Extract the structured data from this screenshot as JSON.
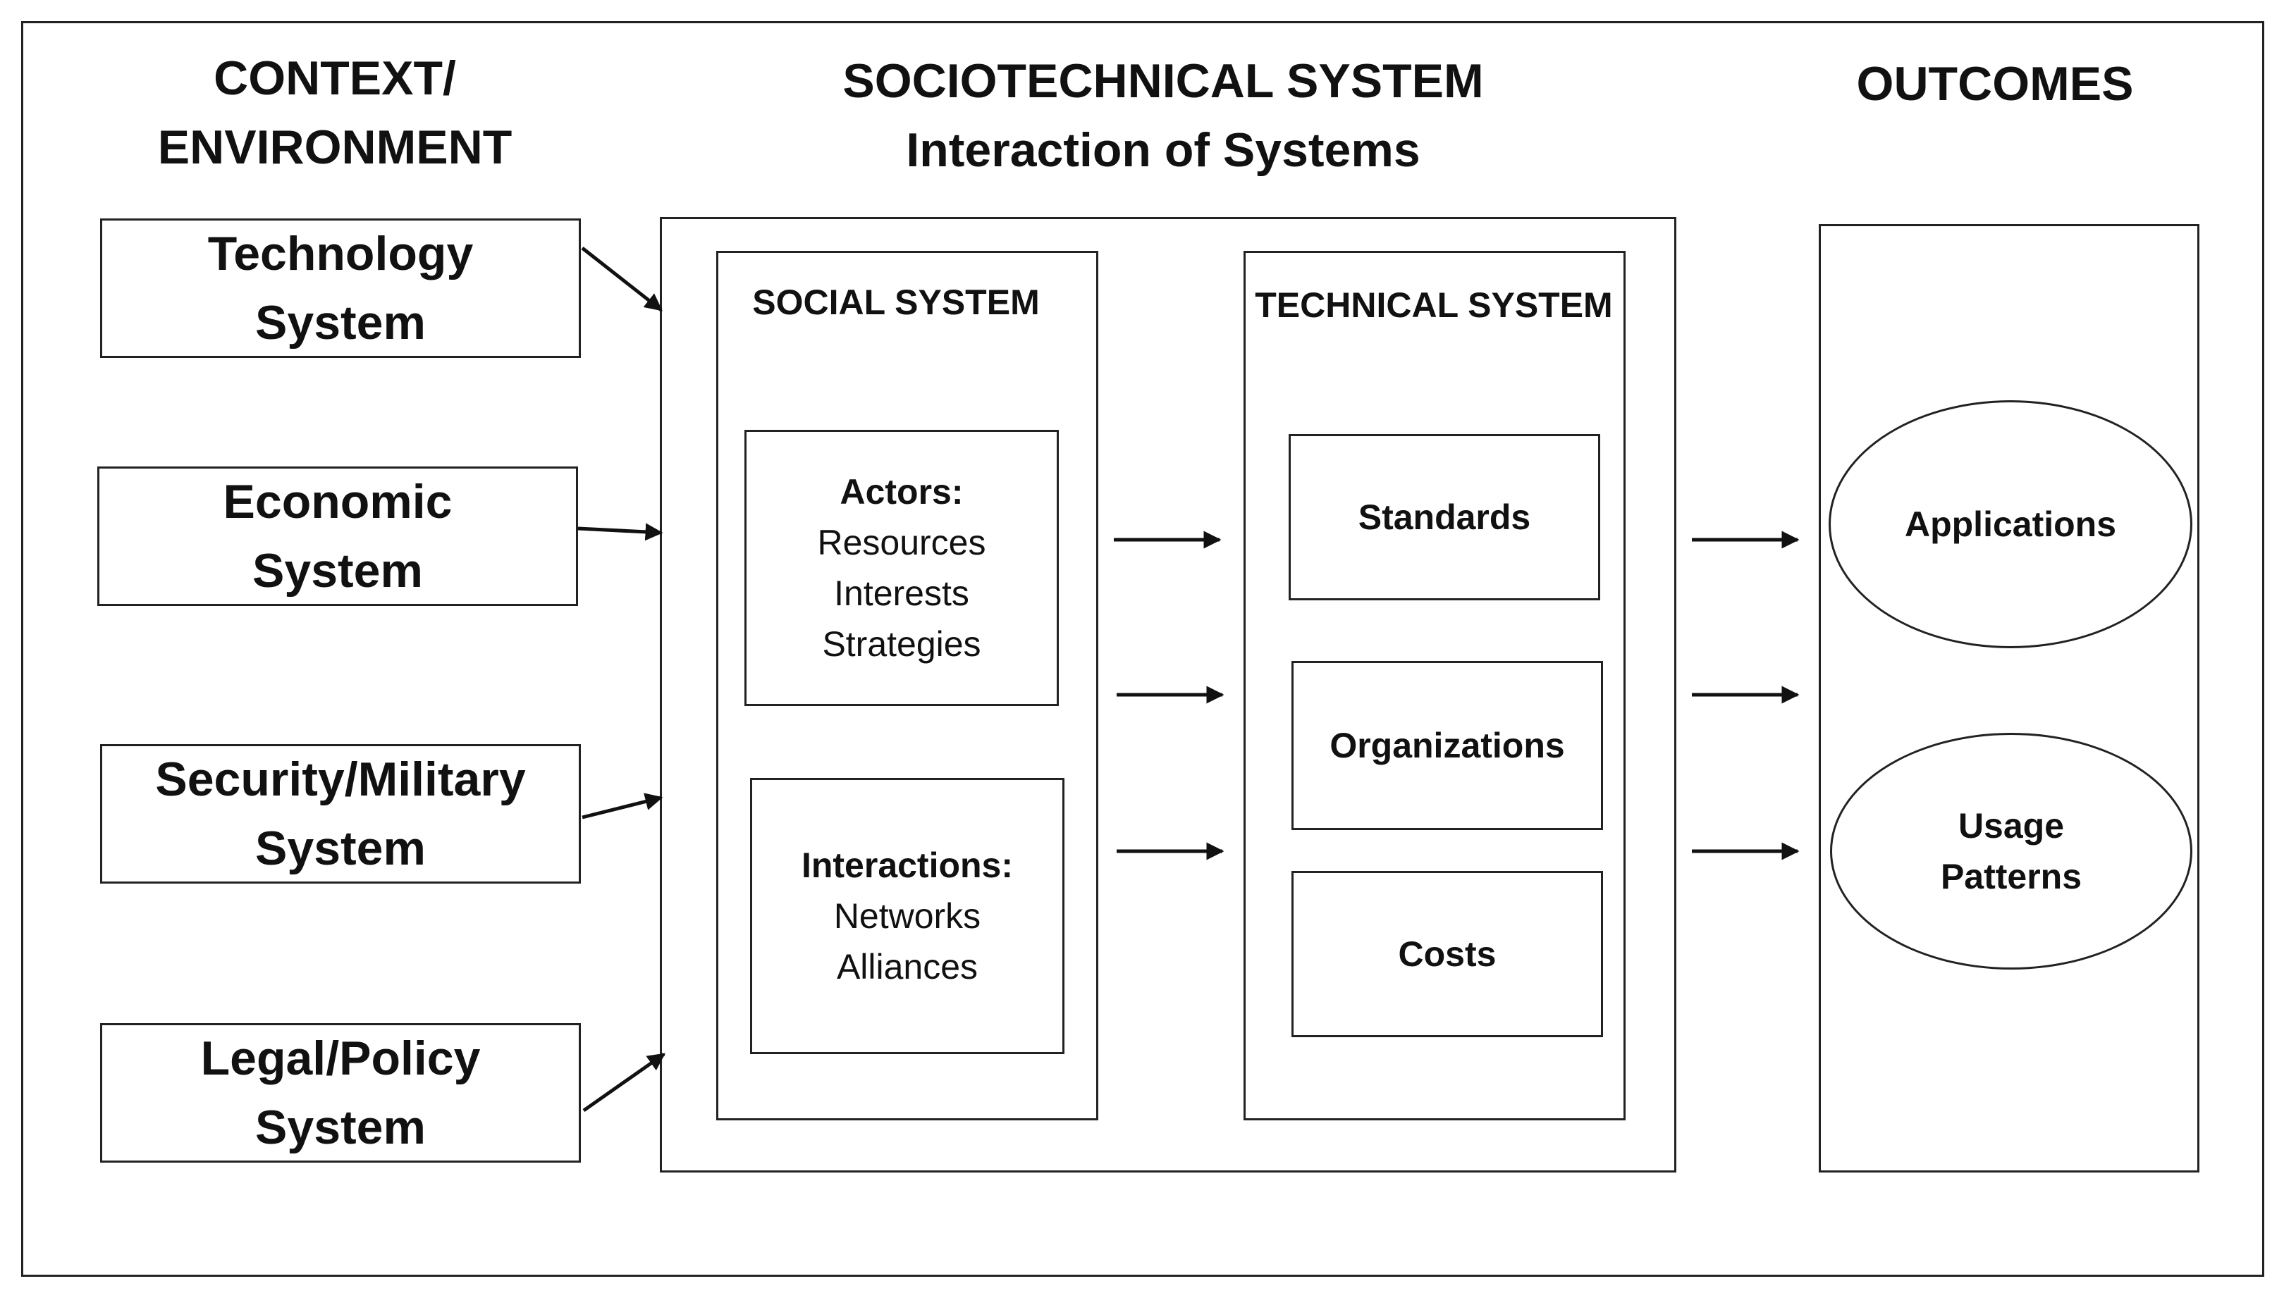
{
  "headers": {
    "context": [
      "CONTEXT/",
      "ENVIRONMENT"
    ],
    "sociotechnical": [
      "SOCIOTECHNICAL SYSTEM",
      "Interaction of Systems"
    ],
    "outcomes": "OUTCOMES"
  },
  "context_boxes": [
    {
      "line1": "Technology",
      "line2": "System"
    },
    {
      "line1": "Economic",
      "line2": "System"
    },
    {
      "line1": "Security/Military",
      "line2": "System"
    },
    {
      "line1": "Legal/Policy",
      "line2": "System"
    }
  ],
  "social_system": {
    "title": "SOCIAL SYSTEM",
    "actors": {
      "label": "Actors:",
      "items": [
        "Resources",
        "Interests",
        "Strategies"
      ]
    },
    "interactions": {
      "label": "Interactions:",
      "items": [
        "Networks",
        "Alliances"
      ]
    }
  },
  "technical_system": {
    "title": "TECHNICAL SYSTEM",
    "items": [
      "Standards",
      "Organizations",
      "Costs"
    ]
  },
  "outcomes": {
    "items": [
      {
        "line1": "Applications",
        "line2": ""
      },
      {
        "line1": "Usage",
        "line2": "Patterns"
      }
    ]
  }
}
